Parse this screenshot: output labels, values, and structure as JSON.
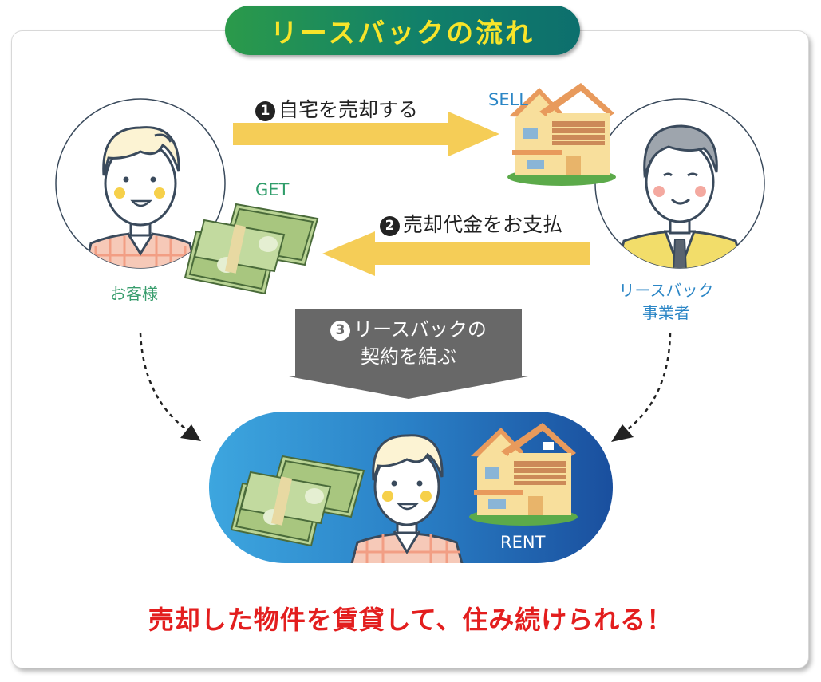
{
  "title": "リースバックの流れ",
  "step1": {
    "badge": "1",
    "label": "自宅を売却する"
  },
  "step2": {
    "badge": "2",
    "label": "売却代金をお支払"
  },
  "step3": {
    "badge": "3",
    "line1": "リースバックの",
    "line2": "契約を結ぶ"
  },
  "labels": {
    "sell": "SELL",
    "get": "GET",
    "rent": "RENT",
    "customer": "お客様",
    "company_line1": "リースバック",
    "company_line2": "事業者"
  },
  "tagline": "売却した物件を賃貸して、住み続けられる！",
  "colors": {
    "title_text": "#f7e42a",
    "title_bg": "#11806a",
    "arrow": "#f5cd57",
    "step3_box": "#686868",
    "pill_left": "#3da6df",
    "pill_right": "#1a4f9e",
    "tagline": "#e31e1e",
    "sell": "#2b86c6",
    "get": "#2f9d6a"
  }
}
